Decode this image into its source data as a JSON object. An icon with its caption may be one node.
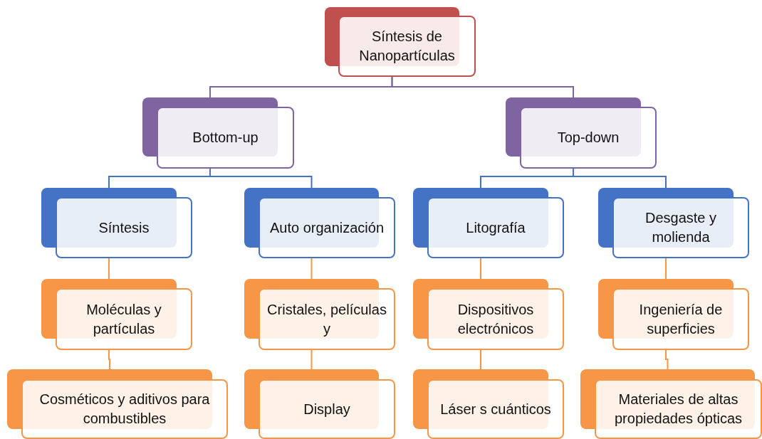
{
  "diagram": {
    "nodes": [
      {
        "text": [
          "Síntesis de Nanopartículas"
        ]
      },
      {
        "text": [
          "Bottom-up"
        ]
      },
      {
        "text": [
          "Top-down"
        ]
      },
      {
        "text": [
          "Síntesis"
        ]
      },
      {
        "text": [
          "Auto organización"
        ]
      },
      {
        "text": [
          "Litografía"
        ]
      },
      {
        "text": [
          "Desgaste y molienda"
        ]
      },
      {
        "text": [
          "Moléculas y partículas"
        ]
      },
      {
        "text": [
          "Cristales, películas y"
        ]
      },
      {
        "text": [
          "Dispositivos electrónicos"
        ]
      },
      {
        "text": [
          "Ingeniería de superficies"
        ]
      },
      {
        "text": [
          "Cosméticos y aditivos para combustibles"
        ]
      },
      {
        "text": [
          "Display"
        ]
      },
      {
        "text": [
          "Láser s cuánticos"
        ]
      },
      {
        "text": [
          "Materiales de altas propiedades ópticas"
        ]
      }
    ],
    "edges": [
      {
        "from": 0,
        "to": 1,
        "arrow": "none",
        "color": "#8064a2"
      },
      {
        "from": 0,
        "to": 2,
        "arrow": "none",
        "color": "#8064a2"
      },
      {
        "from": 1,
        "to": 3,
        "arrow": "none",
        "color": "#4472c4"
      },
      {
        "from": 1,
        "to": 4,
        "arrow": "none",
        "color": "#4472c4"
      },
      {
        "from": 2,
        "to": 5,
        "arrow": "none",
        "color": "#4472c4"
      },
      {
        "from": 2,
        "to": 6,
        "arrow": "none",
        "color": "#4472c4"
      },
      {
        "from": 3,
        "to": 7,
        "arrow": "none"
      },
      {
        "from": 4,
        "to": 8,
        "arrow": "none"
      },
      {
        "from": 5,
        "to": 9,
        "arrow": "none"
      },
      {
        "from": 6,
        "to": 10,
        "arrow": "none"
      },
      {
        "from": 7,
        "to": 11,
        "arrow": "none"
      },
      {
        "from": 8,
        "to": 12,
        "arrow": "none"
      },
      {
        "from": 9,
        "to": 13,
        "arrow": "none"
      },
      {
        "from": 10,
        "to": 14,
        "arrow": "none"
      }
    ]
  }
}
